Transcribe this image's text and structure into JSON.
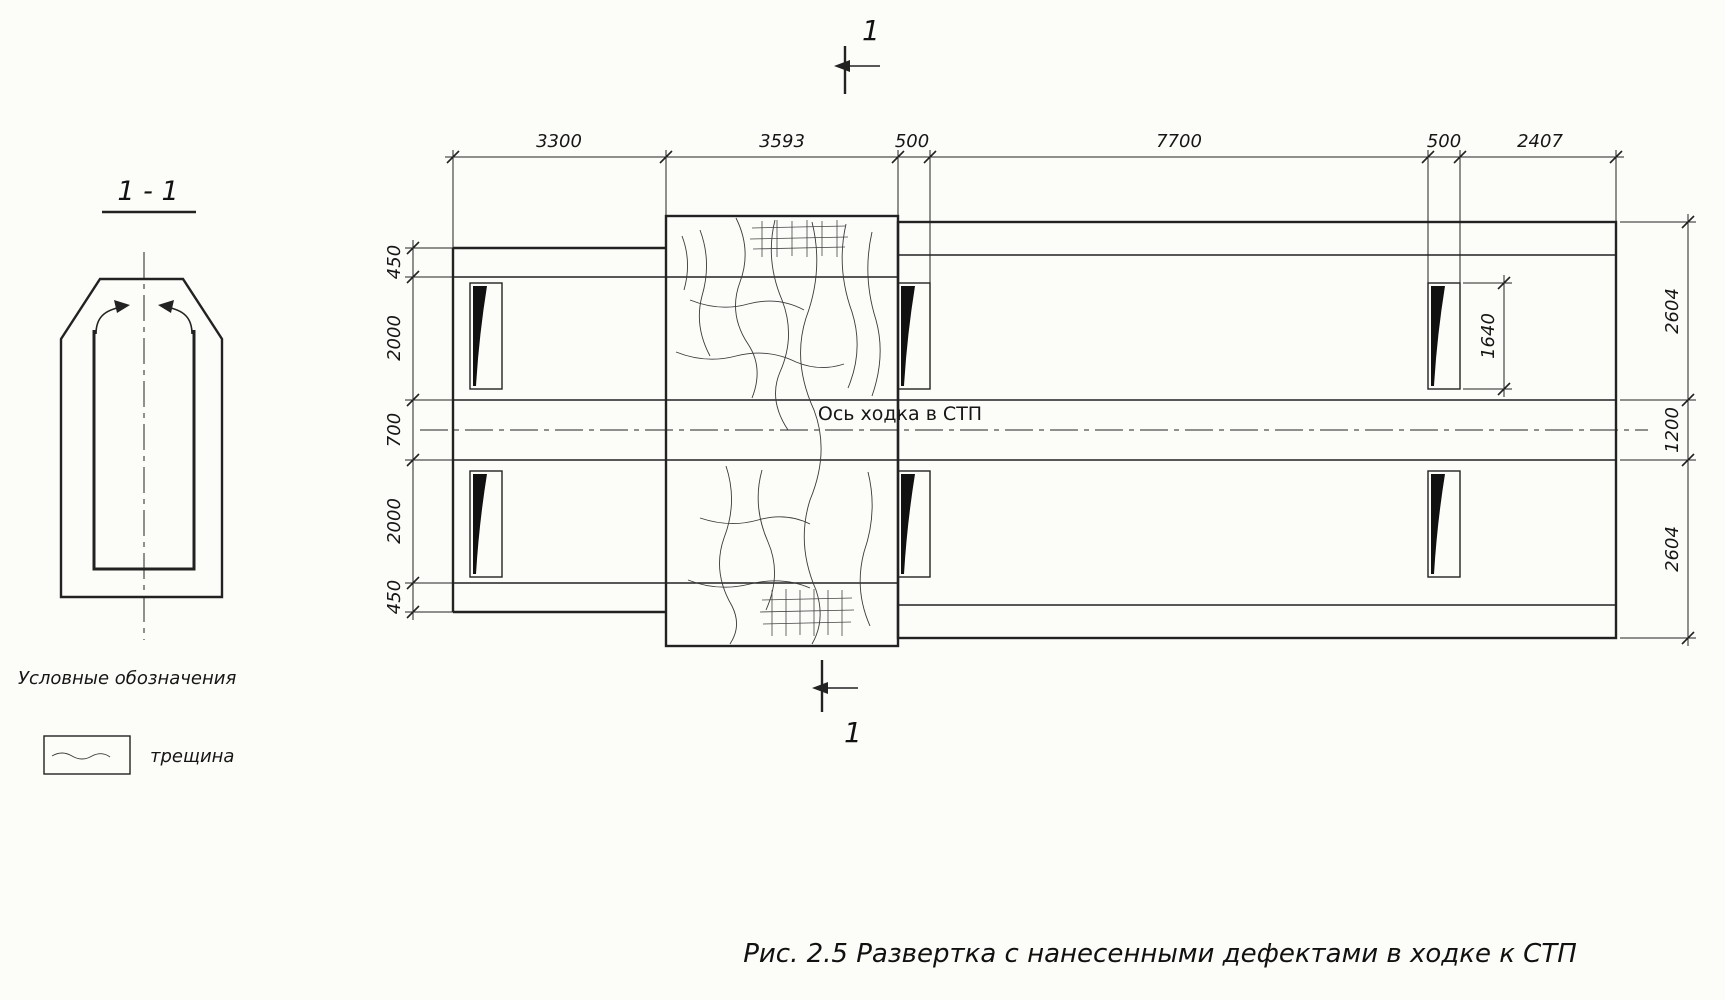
{
  "figure": {
    "caption": "Рис. 2.5 Развертка с нанесенными дефектами в ходке к СТП"
  },
  "section_view": {
    "title": "1 - 1"
  },
  "section_marker": {
    "top_label": "1",
    "bottom_label": "1"
  },
  "centerline_label": "Ось ходка в СТП",
  "legend": {
    "title": "Условные обозначения",
    "crack_label": "трещина"
  },
  "dimensions": {
    "top": [
      "3300",
      "3593",
      "500",
      "7700",
      "500",
      "2407"
    ],
    "left": [
      "450",
      "2000",
      "700",
      "2000",
      "450"
    ],
    "right": [
      "2604",
      "1200",
      "2604"
    ],
    "niche_height": "1640"
  },
  "colors": {
    "ink": "#222222",
    "paper": "#fcfcf9"
  }
}
